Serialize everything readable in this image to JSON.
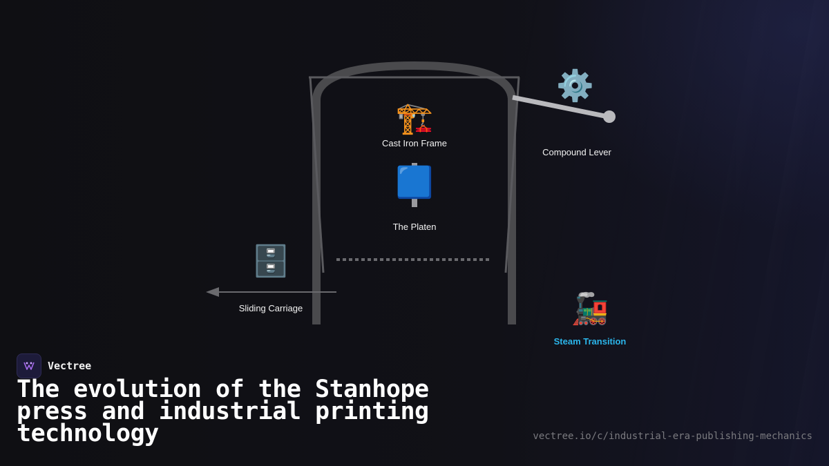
{
  "diagram": {
    "nodes": {
      "frame": {
        "label": "Cast Iron Frame",
        "icon": "construction-crane-icon",
        "glyph": "🏗️"
      },
      "lever": {
        "label": "Compound Lever",
        "icon": "gear-icon",
        "glyph": "⚙️"
      },
      "platen": {
        "label": "The Platen",
        "icon": "blue-square-icon",
        "glyph": "🟦"
      },
      "carriage": {
        "label": "Sliding Carriage",
        "icon": "file-cabinet-icon",
        "glyph": "🗄️"
      },
      "steam": {
        "label": "Steam Transition",
        "icon": "locomotive-icon",
        "glyph": "🚂"
      }
    },
    "colors": {
      "frame": "#4a4a4d",
      "lever": "#b9b9bd",
      "accent": "#2bb5ea",
      "text": "#f2f2f2"
    }
  },
  "brand": {
    "name": "Vectree",
    "logo_icon": "vectree-logo-icon"
  },
  "title": "The evolution of the Stanhope press and industrial printing technology",
  "url": "vectree.io/c/industrial-era-publishing-mechanics"
}
